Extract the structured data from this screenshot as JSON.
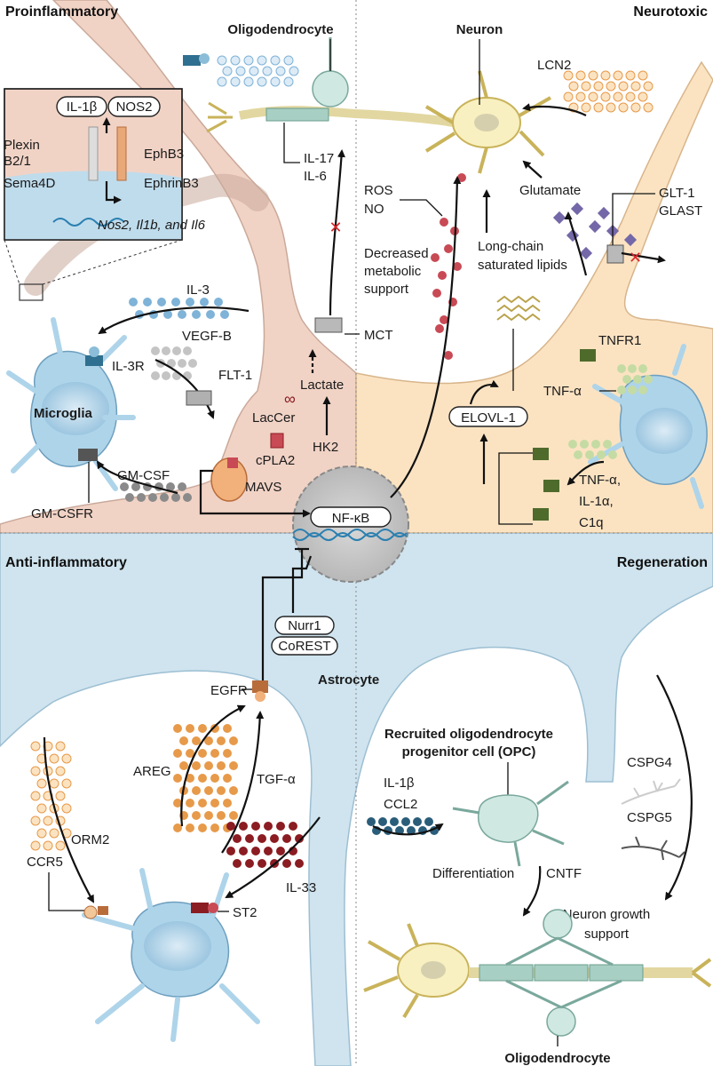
{
  "quadrants": {
    "top_left": "Proinflammatory",
    "top_right": "Neurotoxic",
    "bottom_left": "Anti-inflammatory",
    "bottom_right": "Regeneration"
  },
  "cells": {
    "oligodendrocyte_top": "Oligodendrocyte",
    "neuron": "Neuron",
    "microglia": "Microglia",
    "astrocyte": "Astrocyte",
    "opc_line1": "Recruited oligodendrocyte",
    "opc_line2": "progenitor cell (OPC)",
    "oligodendrocyte_bottom": "Oligodendrocyte"
  },
  "inset": {
    "il1b": "IL-1β",
    "nos2": "NOS2",
    "plexin_1": "Plexin",
    "plexin_2": "B2/1",
    "ephb3": "EphB3",
    "sema4d": "Sema4D",
    "ephrinb3": "EphrinB3",
    "genes": "Nos2, Il1b, and Il6"
  },
  "labels": {
    "il17": "IL-17",
    "il6": "IL-6",
    "lcn2": "LCN2",
    "il3": "IL-3",
    "vegfb": "VEGF-B",
    "flt1": "FLT-1",
    "il3r": "IL-3R",
    "lacccer": "LacCer",
    "cpla2": "cPLA2",
    "mavs": "MAVS",
    "hk2": "HK2",
    "lactate": "Lactate",
    "mct": "MCT",
    "gmcsf": "GM-CSF",
    "gmcsfr": "GM-CSFR",
    "ros": "ROS",
    "no": "NO",
    "decreased_1": "Decreased",
    "decreased_2": "metabolic",
    "decreased_3": "support",
    "longchain_1": "Long-chain",
    "longchain_2": "saturated lipids",
    "glutamate": "Glutamate",
    "glt1": "GLT-1",
    "glast": "GLAST",
    "tnfr1": "TNFR1",
    "tnfa": "TNF-α",
    "elovl1": "ELOVL-1",
    "tnfa2": "TNF-α,",
    "il1a": "IL-1α,",
    "c1q": "C1q",
    "nfkb": "NF-κB",
    "nurr1": "Nurr1",
    "corest": "CoREST",
    "egfr": "EGFR",
    "areg": "AREG",
    "tgfa": "TGF-α",
    "ccr5": "CCR5",
    "orm2": "ORM2",
    "il33": "IL-33",
    "st2": "ST2",
    "il1b_b": "IL-1β",
    "ccl2": "CCL2",
    "differentiation": "Differentiation",
    "cntf": "CNTF",
    "cspg4": "CSPG4",
    "cspg5": "CSPG5",
    "growth_1": "Neuron growth",
    "growth_2": "support"
  },
  "colors": {
    "astro_pink": "#f1d3c6",
    "astro_orange": "#fbe3c2",
    "astro_blue": "#cfe4ef",
    "microglia": "#aed4ea",
    "neuron": "#f8f0c0",
    "oligo": "#cfe8e2",
    "nucleus": "#c9c9c9",
    "red_dots": "#c84a55",
    "orange_dots": "#e79a4a",
    "darkred_dots": "#8b1c22",
    "blue_dots": "#7fb3d8",
    "purple": "#7468a8"
  }
}
